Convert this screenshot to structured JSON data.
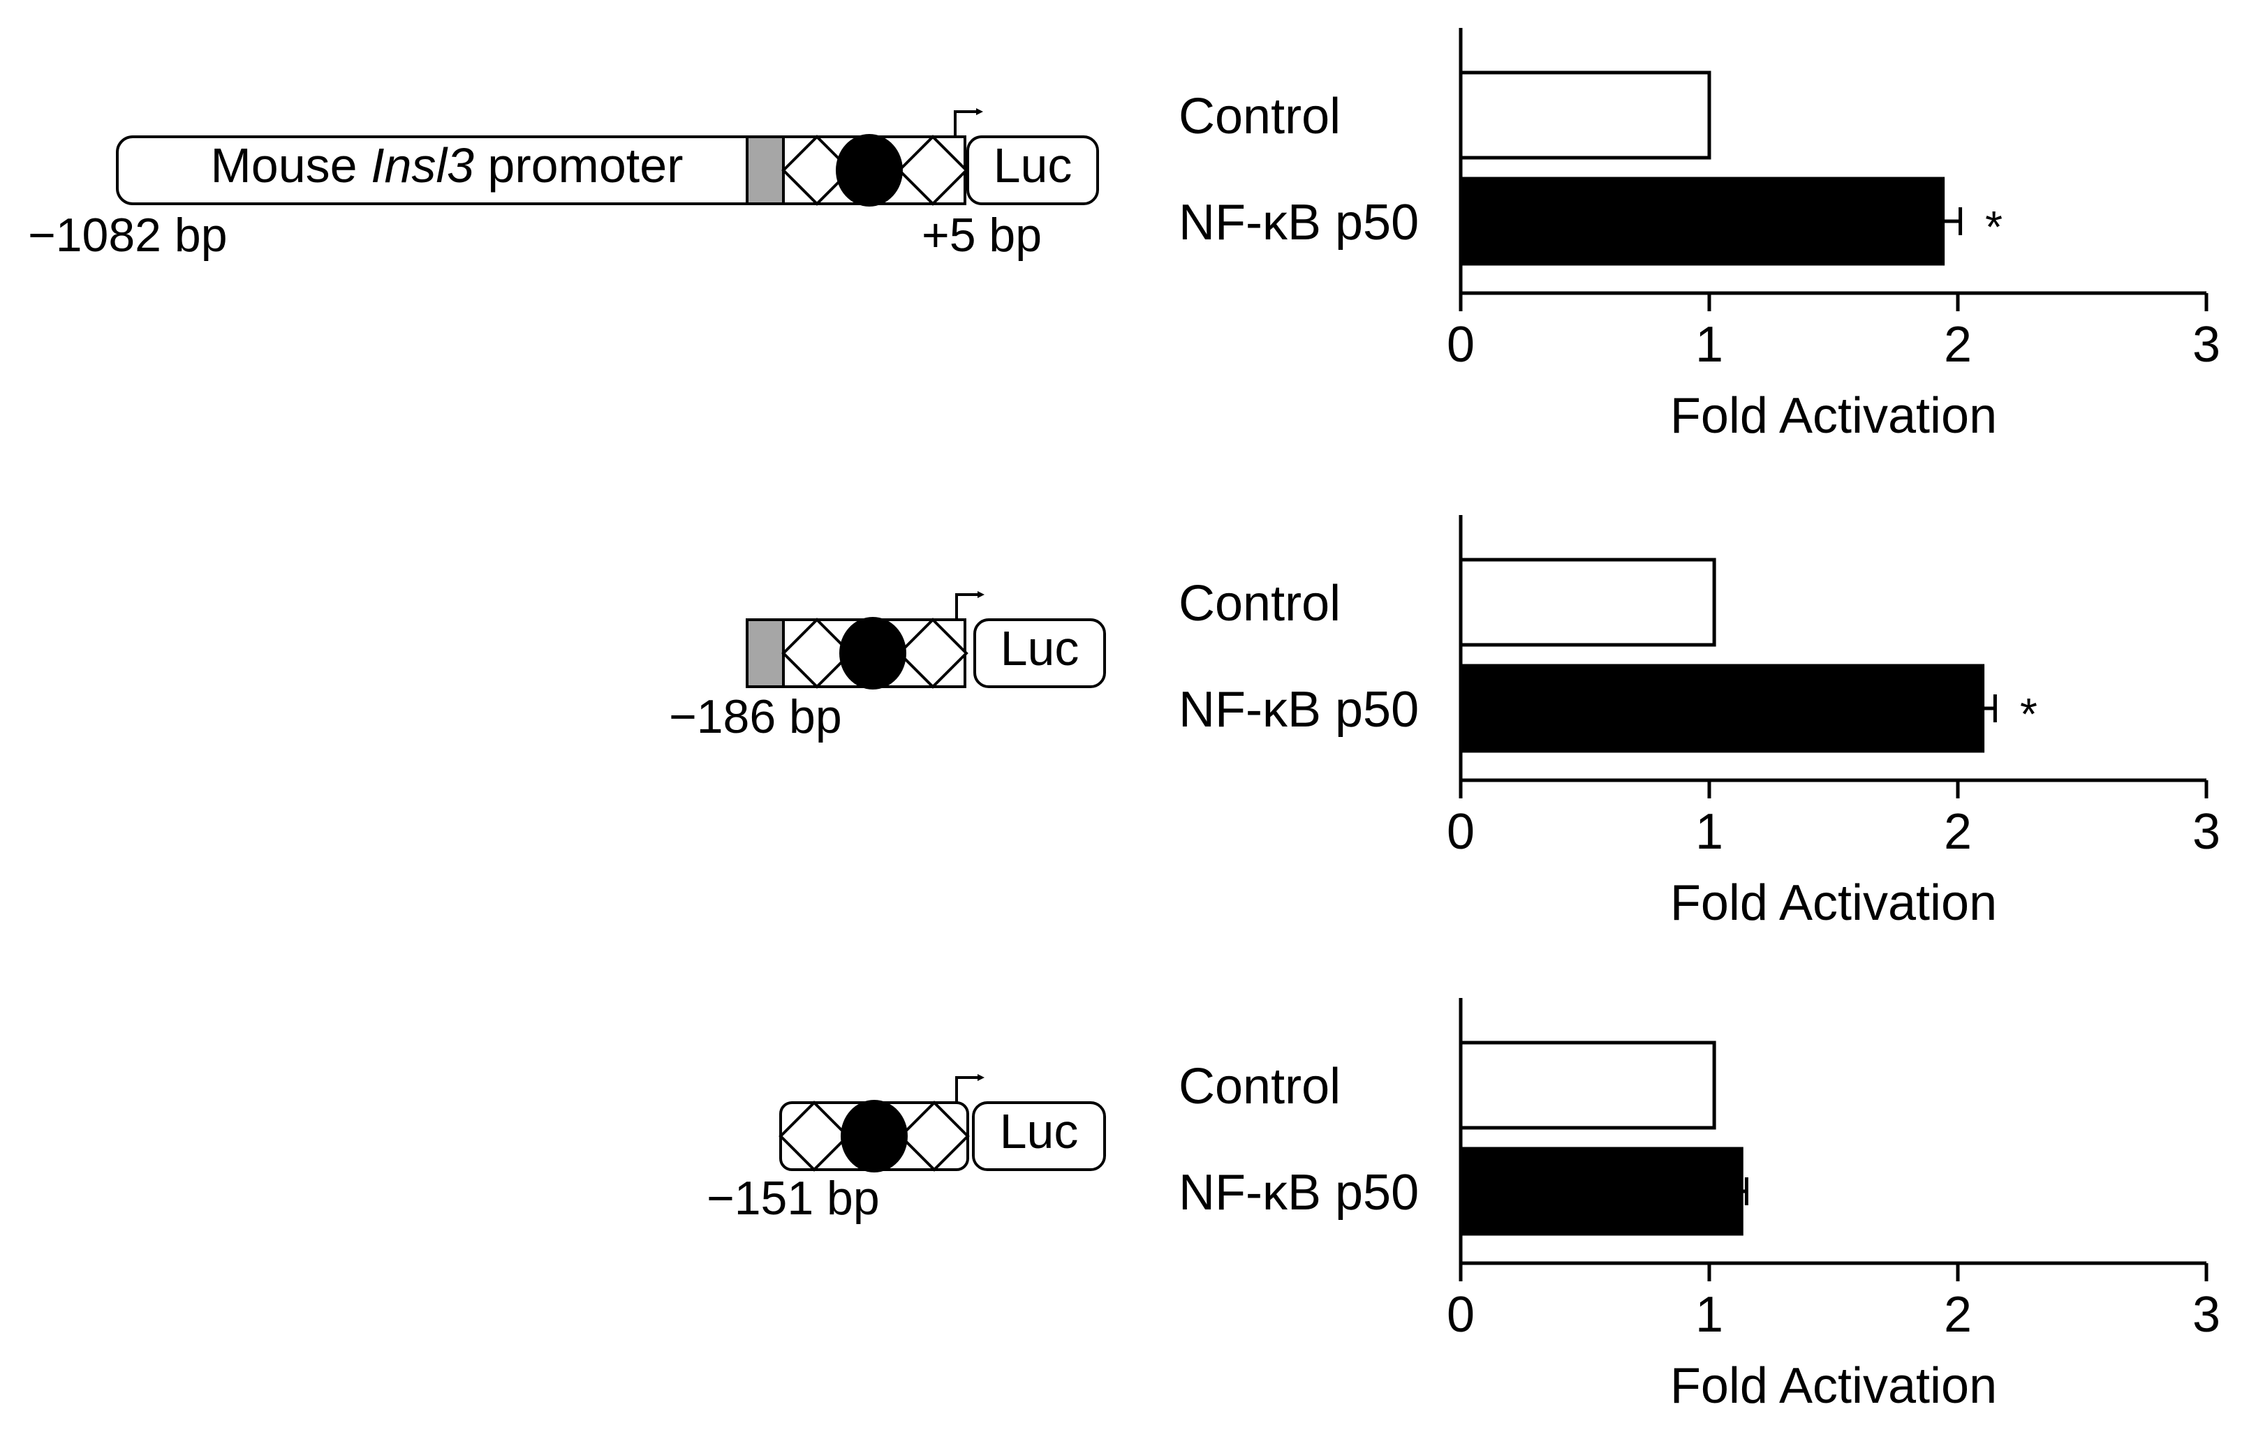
{
  "constructs": [
    {
      "id": "c1",
      "promoter_label_prefix": "Mouse ",
      "promoter_label_italic": "Insl3",
      "promoter_label_suffix": " promoter",
      "start_label": "−1082 bp",
      "end_label": "+5 bp",
      "reporter_label": "Luc",
      "has_gray_element": true
    },
    {
      "id": "c2",
      "start_label": "−186 bp",
      "reporter_label": "Luc",
      "has_gray_element": true
    },
    {
      "id": "c3",
      "start_label": "−151 bp",
      "reporter_label": "Luc",
      "has_gray_element": false
    }
  ],
  "chart_data": [
    {
      "type": "bar",
      "orientation": "horizontal",
      "categories": [
        "Control",
        "NF-κB p50"
      ],
      "values": [
        1.0,
        1.94
      ],
      "errors": [
        0,
        0.07
      ],
      "significance": [
        "",
        "*"
      ],
      "bar_colors": [
        "#ffffff",
        "#000000"
      ],
      "xlabel": "Fold Activation",
      "xlim": [
        0,
        3
      ],
      "xticks": [
        "0",
        "1",
        "2",
        "3"
      ]
    },
    {
      "type": "bar",
      "orientation": "horizontal",
      "categories": [
        "Control",
        "NF-κB p50"
      ],
      "values": [
        1.02,
        2.1
      ],
      "errors": [
        0,
        0.05
      ],
      "significance": [
        "",
        "*"
      ],
      "bar_colors": [
        "#ffffff",
        "#000000"
      ],
      "xlabel": "Fold Activation",
      "xlim": [
        0,
        3
      ],
      "xticks": [
        "0",
        "1",
        "2",
        "3"
      ]
    },
    {
      "type": "bar",
      "orientation": "horizontal",
      "categories": [
        "Control",
        "NF-κB p50"
      ],
      "values": [
        1.02,
        1.13
      ],
      "errors": [
        0,
        0.02
      ],
      "significance": [
        "",
        ""
      ],
      "bar_colors": [
        "#ffffff",
        "#000000"
      ],
      "xlabel": "Fold Activation",
      "xlim": [
        0,
        3
      ],
      "xticks": [
        "0",
        "1",
        "2",
        "3"
      ]
    }
  ]
}
